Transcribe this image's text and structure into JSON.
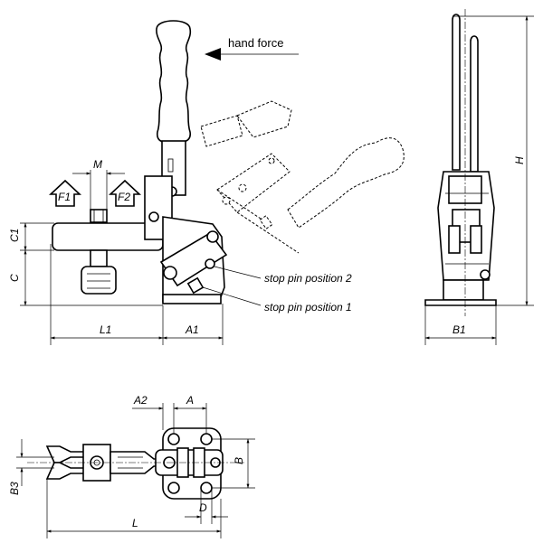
{
  "annotations": {
    "hand_force": "hand force",
    "stop_pin_2": "stop pin position 2",
    "stop_pin_1": "stop pin position 1"
  },
  "forces": {
    "f1": "F1",
    "f2": "F2"
  },
  "dimensions": {
    "m": "M",
    "c1": "C1",
    "c": "C",
    "l1": "L1",
    "a1": "A1",
    "h": "H",
    "b1": "B1",
    "a2": "A2",
    "a": "A",
    "b": "B",
    "b3": "B3",
    "d": "D",
    "l": "L"
  }
}
